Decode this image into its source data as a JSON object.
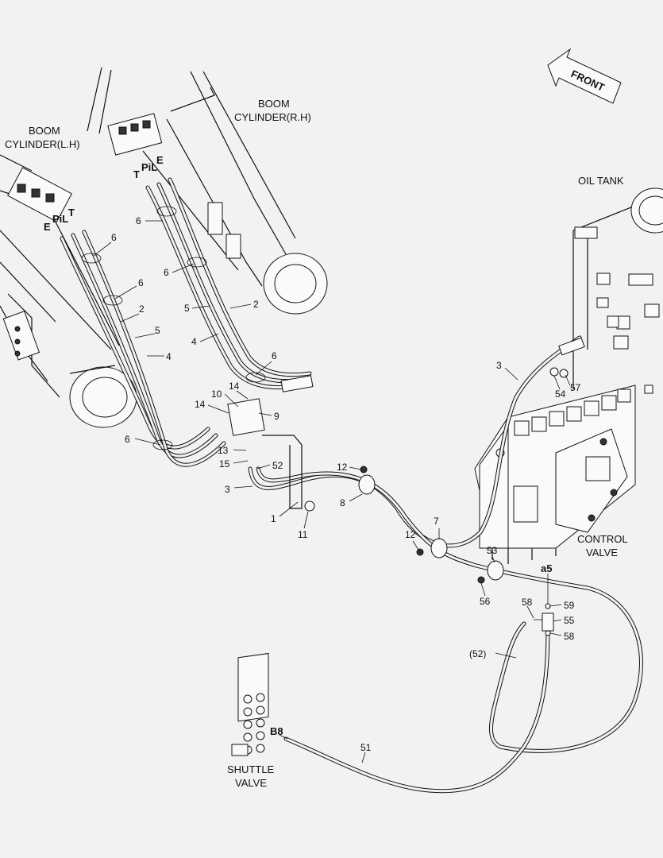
{
  "direction": {
    "label": "FRONT"
  },
  "components": {
    "boom_cylinder_lh": {
      "line1": "BOOM",
      "line2": "CYLINDER(L.H)"
    },
    "boom_cylinder_rh": {
      "line1": "BOOM",
      "line2": "CYLINDER(R.H)"
    },
    "oil_tank": "OIL TANK",
    "control_valve": {
      "line1": "CONTROL",
      "line2": "VALVE"
    },
    "shuttle_valve": {
      "line1": "SHUTTLE",
      "line2": "VALVE"
    }
  },
  "port_labels": {
    "lh_e": "E",
    "lh_pil": "PiL",
    "lh_t": "T",
    "rh_t": "T",
    "rh_pil": "PiL",
    "rh_e": "E",
    "a5": "a5",
    "b8": "B8"
  },
  "part_numbers": {
    "p6_rh_top": "6",
    "p6_lh_top": "6",
    "p6_lh_mid": "6",
    "p6_rh_mid": "6",
    "p2_lh": "2",
    "p5_lh": "5",
    "p4_lh": "4",
    "p5_rh": "5",
    "p2_rh": "2",
    "p4_rh": "4",
    "p6_rh_low": "6",
    "p10": "10",
    "p14_a": "14",
    "p14_b": "14",
    "p9": "9",
    "p6_lh_low": "6",
    "p13": "13",
    "p15": "15",
    "p52": "52",
    "p3_left": "3",
    "p1": "1",
    "p11": "11",
    "p12_top": "12",
    "p8": "8",
    "p12_low": "12",
    "p7": "7",
    "p3_right": "3",
    "p54": "54",
    "p57": "57",
    "p53": "53",
    "p56": "56",
    "p58_a": "58",
    "p59": "59",
    "p55": "55",
    "p58_b": "58",
    "p52_ref": "(52)",
    "p51": "51"
  }
}
